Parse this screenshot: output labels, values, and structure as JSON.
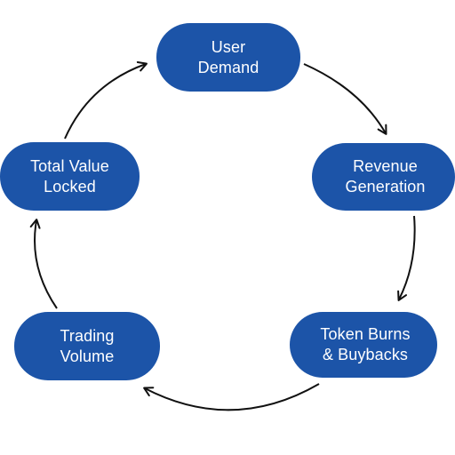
{
  "nodes": {
    "user_demand": {
      "line1": "User",
      "line2": "Demand"
    },
    "revenue_generation": {
      "line1": "Revenue",
      "line2": "Generation"
    },
    "token_burns": {
      "line1": "Token Burns",
      "line2": "& Buybacks"
    },
    "trading_volume": {
      "line1": "Trading",
      "line2": "Volume"
    },
    "total_value_locked": {
      "line1": "Total Value",
      "line2": "Locked"
    }
  },
  "colors": {
    "node_fill": "#1c54a8",
    "node_text": "#ffffff",
    "arrow": "#111111",
    "background": "#ffffff"
  }
}
